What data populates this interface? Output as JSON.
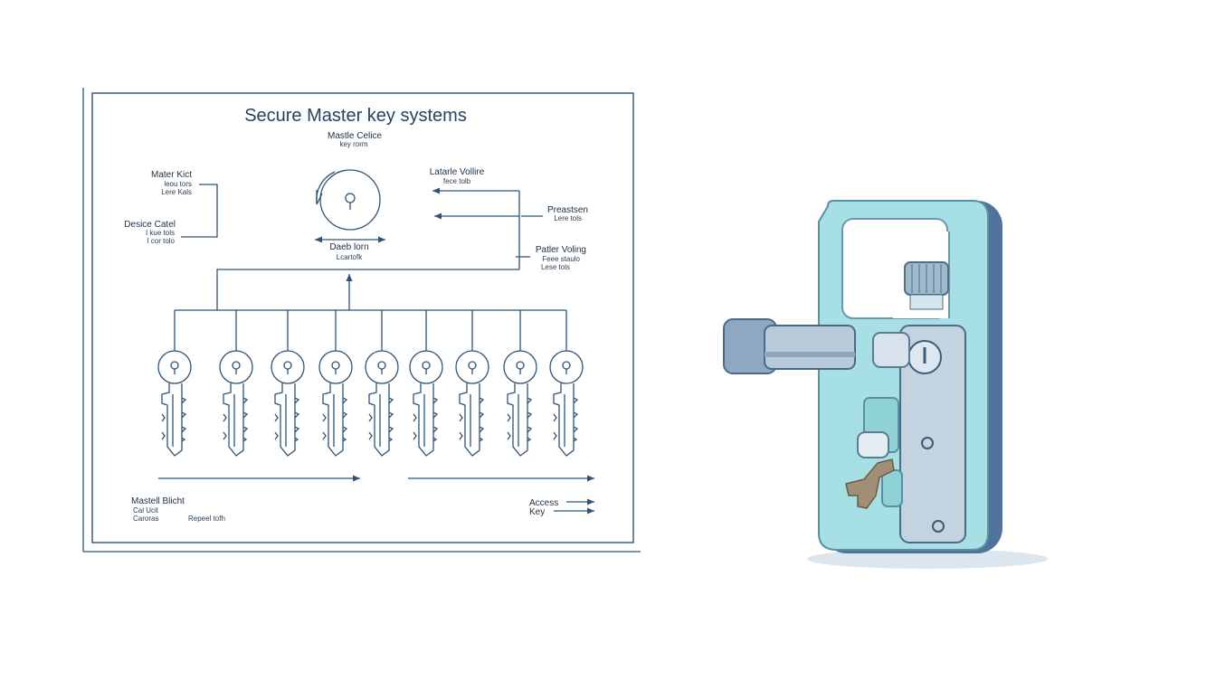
{
  "diagram": {
    "title": "Secure Master key systems",
    "top_center": {
      "label": "Mastle Celice",
      "sub": "key rorm"
    },
    "left_labels": [
      {
        "label": "Mater Kict",
        "subs": [
          "leou tors",
          "Lere Kals"
        ]
      },
      {
        "label": "Desice Catel",
        "subs": [
          "I kue tols",
          "I cor tolo"
        ]
      }
    ],
    "right_labels": [
      {
        "label": "Latarle Vollire",
        "subs": [
          "fece tolb"
        ]
      },
      {
        "label": "Preastsen",
        "subs": [
          "Lere tols"
        ]
      },
      {
        "label": "Patler Voling",
        "subs": [
          "Feee staulo",
          "Lese tols"
        ]
      }
    ],
    "center_bottom": {
      "label": "Daeb lorn",
      "sub": "Lcartofk"
    },
    "bottom_left": {
      "label": "Mastell Blicht",
      "subs": [
        "Cal Ucit",
        "Caroras"
      ],
      "extra": "Repeel tofh"
    },
    "bottom_right": {
      "label1": "Access",
      "label2": "Key"
    },
    "key_count": 9
  },
  "colors": {
    "line": "#2d5478",
    "title": "#1f4466",
    "lock_body": "#4f739b",
    "glass": "#a6e0e4"
  }
}
